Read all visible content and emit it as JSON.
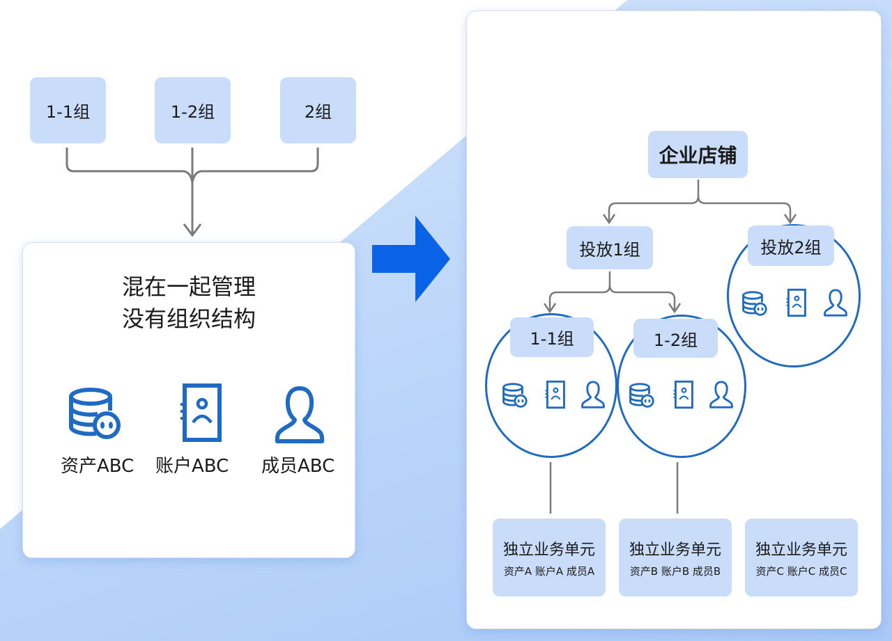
{
  "left": {
    "top_groups": [
      "1-1组",
      "1-2组",
      "2组"
    ],
    "title_lines": [
      "混在一起管理",
      "没有组织结构"
    ],
    "items": [
      {
        "icon": "database-asset-icon",
        "label": "资产ABC"
      },
      {
        "icon": "account-card-icon",
        "label": "账户ABC"
      },
      {
        "icon": "member-person-icon",
        "label": "成员ABC"
      }
    ]
  },
  "transition_arrow": "arrow-right-icon",
  "right": {
    "root": "企业店铺",
    "level1": [
      "投放1组",
      "投放2组"
    ],
    "level2": [
      "1-1组",
      "1-2组"
    ],
    "units": [
      {
        "title": "独立业务单元",
        "detail": "资产A 账户A 成员A"
      },
      {
        "title": "独立业务单元",
        "detail": "资产B 账户B 成员B"
      },
      {
        "title": "独立业务单元",
        "detail": "资产C 账户C 成员C"
      }
    ]
  },
  "colors": {
    "accent": "#1f6bc4",
    "arrow": "#0a62e6",
    "node_fill": "#c9dcfa",
    "connector": "#7a7a7a"
  }
}
